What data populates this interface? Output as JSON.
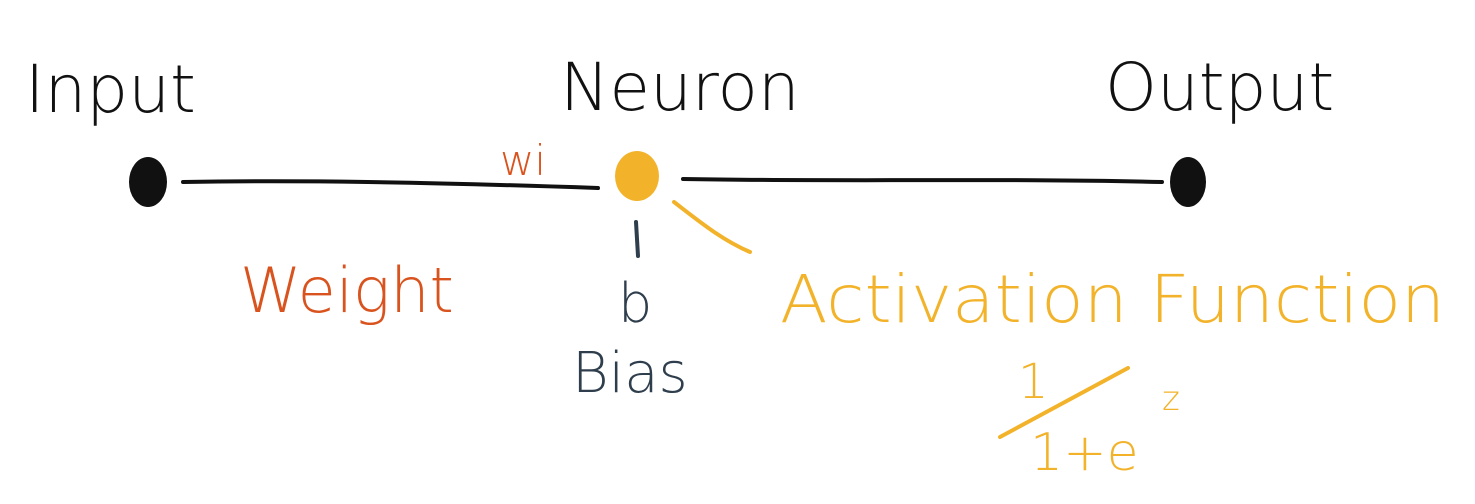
{
  "labels": {
    "input": "Input",
    "neuron": "Neuron",
    "output": "Output",
    "weight_symbol": "wi",
    "weight": "Weight",
    "bias_symbol": "b",
    "bias": "Bias",
    "activation": "Activation Function",
    "formula_numerator": "1",
    "formula_denominator_base": "1+e",
    "formula_exponent": "z"
  },
  "colors": {
    "ink": "#111111",
    "weight": "#d9531e",
    "neuron": "#f2b32b",
    "activation": "#f2b32b",
    "bias": "#2f3e4c"
  }
}
